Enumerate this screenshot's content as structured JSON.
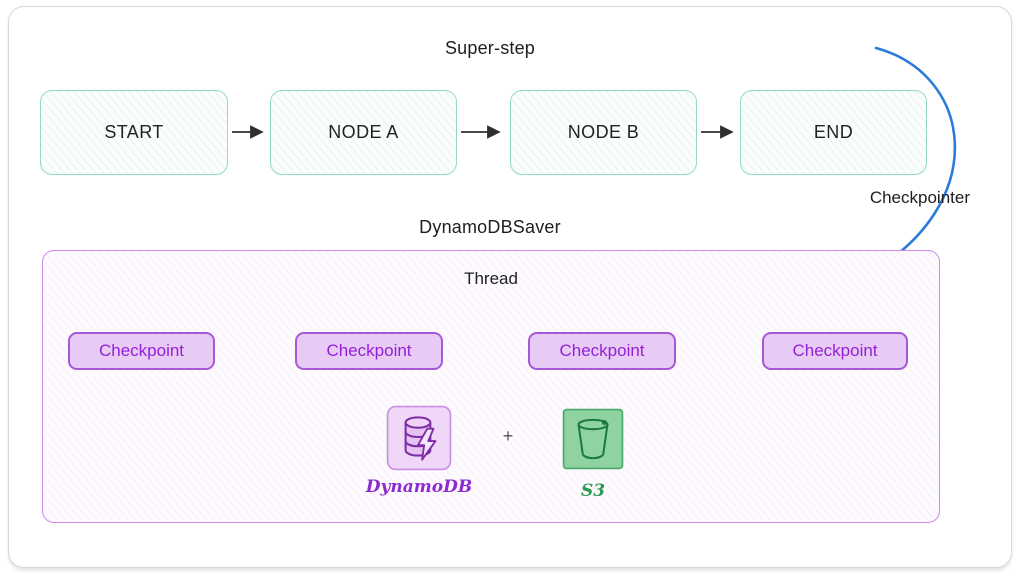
{
  "superstep": {
    "label": "Super-step",
    "nodes": [
      {
        "label": "START"
      },
      {
        "label": "NODE A"
      },
      {
        "label": "NODE B"
      },
      {
        "label": "END"
      }
    ]
  },
  "checkpointer": {
    "label": "Checkpointer"
  },
  "saver": {
    "label": "DynamoDBSaver",
    "thread_label": "Thread",
    "checkpoints": [
      {
        "label": "Checkpoint"
      },
      {
        "label": "Checkpoint"
      },
      {
        "label": "Checkpoint"
      },
      {
        "label": "Checkpoint"
      }
    ],
    "storage": {
      "dynamodb_label": "DynamoDB",
      "plus_sign": "+",
      "s3_label": "S3"
    }
  },
  "colors": {
    "node_border": "#93dbbb",
    "flow_arrow": "#2f2f2f",
    "container_border": "#cd8ae9",
    "checkpoint_fill": "#e7cbf5",
    "checkpoint_border": "#a659d6",
    "checkpoint_text": "#951fd6",
    "checkpoint_arrow": "#a32ce2",
    "blue_arrow": "#2b7cd8",
    "dynamodb_label_color": "#8d2bd0",
    "s3_label_color": "#2c9b51"
  }
}
